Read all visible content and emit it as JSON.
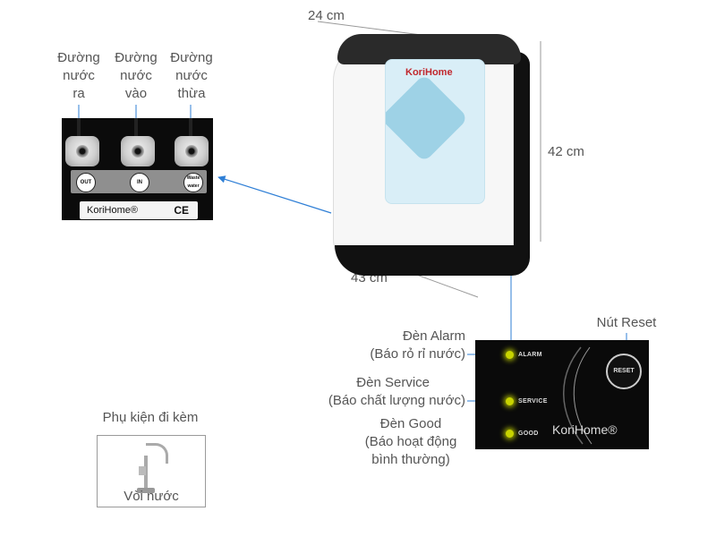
{
  "dimensions": {
    "width": "24 cm",
    "height": "42 cm",
    "depth": "43 cm"
  },
  "ports": {
    "outlet": "Đường nước ra",
    "inlet": "Đường nước vào",
    "waste": "Đường nước thừa",
    "outlet_lines": [
      "Đường",
      "nước",
      "ra"
    ],
    "inlet_lines": [
      "Đường",
      "nước",
      "vào"
    ],
    "waste_lines": [
      "Đường",
      "nước",
      "thừa"
    ],
    "badges": [
      "OUT",
      "IN",
      "Waste water"
    ]
  },
  "back_panel": {
    "brand": "KoriHome®",
    "cert": "CE"
  },
  "machine": {
    "brand": "KoriHome"
  },
  "control_panel": {
    "alarm": {
      "title": "Đèn Alarm",
      "desc": "(Báo rỏ rỉ nước)",
      "panel_text": "ALARM"
    },
    "service": {
      "title": "Đèn Service",
      "desc": "(Báo chất lượng nước)",
      "panel_text": "SERVICE"
    },
    "good": {
      "title": "Đèn Good",
      "desc_line1": "(Báo hoạt động",
      "desc_line2": "bình thường)",
      "panel_text": "GOOD"
    },
    "reset": {
      "title": "Nút Reset",
      "button_text": "RESET"
    },
    "brand": "KoriHome®",
    "led_color": "#c8d400"
  },
  "accessory": {
    "title": "Phụ kiện đi kèm",
    "item": "Vòi nước"
  },
  "colors": {
    "pointer_line": "#2f7fd6",
    "dimension_line": "#999999"
  }
}
